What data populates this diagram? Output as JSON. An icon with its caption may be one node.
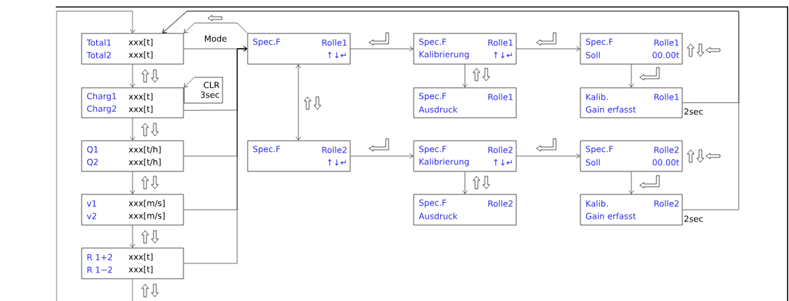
{
  "diagram": {
    "nodes": [
      {
        "text": [
          "Total1",
          "xxx[t]",
          "Total2",
          "xxx[t]"
        ]
      },
      {
        "text": [
          "Charg1",
          "xxx[t]",
          "Charg2",
          "xxx[t]"
        ]
      },
      {
        "text": [
          "CLR 3sec"
        ]
      },
      {
        "text": [
          "Q1",
          "xxx[t/h]",
          "Q2",
          "xxx[t/h]"
        ]
      },
      {
        "text": [
          "v1",
          "xxx[m/s]",
          "v2",
          "xxx[m/s]"
        ]
      },
      {
        "text": [
          "R 1+2",
          "xxx[t]",
          "R 1−2",
          "xxx[t]"
        ]
      },
      {
        "text": [
          "Spec.F",
          "Rolle1",
          "↑↓↵"
        ]
      },
      {
        "text": [
          "Spec.F",
          "Rolle1",
          "Kalibrierung",
          "↑↓↵"
        ]
      },
      {
        "text": [
          "Spec.F",
          "Rolle1",
          "Ausdruck"
        ]
      },
      {
        "text": [
          "Spec.F",
          "Rolle1",
          "Soll",
          "00.00t"
        ]
      },
      {
        "text": [
          "Kalib.",
          "Rolle1",
          "Gain erfasst"
        ],
        "beside": [
          "2sec"
        ]
      },
      {
        "text": [
          "Spec.F",
          "Rolle2",
          "↑↓↵"
        ]
      },
      {
        "text": [
          "Spec.F",
          "Rolle2",
          "Kalibrierung",
          "↑↓↵"
        ]
      },
      {
        "text": [
          "Spec.F",
          "Rolle2",
          "Ausdruck"
        ]
      },
      {
        "text": [
          "Spec.F",
          "Rolle2",
          "Soll",
          "00.00t"
        ]
      },
      {
        "text": [
          "Kalib.",
          "Rolle2",
          "Gain erfasst"
        ],
        "beside": [
          "2sec"
        ]
      }
    ],
    "edges": [
      {
        "from": 0,
        "to": 1,
        "arrow": "to"
      },
      {
        "from": 1,
        "to": 3,
        "arrow": "to"
      },
      {
        "from": 3,
        "to": 4,
        "arrow": "to"
      },
      {
        "from": 4,
        "to": 5,
        "arrow": "to"
      },
      {
        "from": 5,
        "to": null,
        "arrow": "none"
      },
      {
        "from": null,
        "to": 0,
        "arrow": "to"
      },
      {
        "from": 2,
        "to": 1,
        "arrow": "to"
      },
      {
        "from": 0,
        "to": 6,
        "arrow": "to",
        "label": "Mode"
      },
      {
        "from": 1,
        "to": 6,
        "arrow": "to"
      },
      {
        "from": 3,
        "to": 6,
        "arrow": "to"
      },
      {
        "from": 4,
        "to": 6,
        "arrow": "to"
      },
      {
        "from": 5,
        "to": 6,
        "arrow": "to"
      },
      {
        "from": 6,
        "to": 0,
        "arrow": "to"
      },
      {
        "from": 6,
        "to": 11,
        "arrow": "both"
      },
      {
        "from": 6,
        "to": 7,
        "arrow": "to"
      },
      {
        "from": 7,
        "to": 8,
        "arrow": "to"
      },
      {
        "from": 7,
        "to": 9,
        "arrow": "to"
      },
      {
        "from": 9,
        "to": 10,
        "arrow": "to"
      },
      {
        "from": 10,
        "to": 0,
        "arrow": "to"
      },
      {
        "from": 11,
        "to": 12,
        "arrow": "to"
      },
      {
        "from": 12,
        "to": 13,
        "arrow": "to"
      },
      {
        "from": 12,
        "to": 14,
        "arrow": "to"
      },
      {
        "from": 14,
        "to": 15,
        "arrow": "to"
      },
      {
        "from": 15,
        "to": 0,
        "arrow": "to"
      }
    ]
  }
}
